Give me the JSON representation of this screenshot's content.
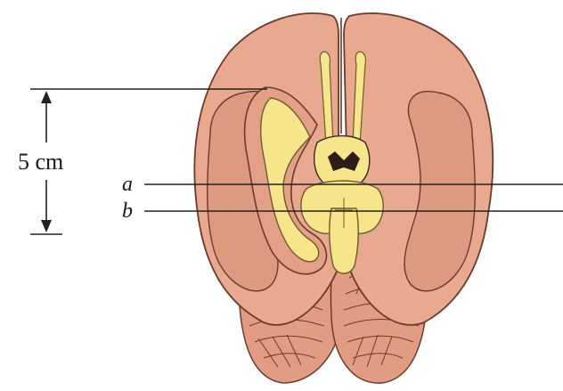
{
  "figure": {
    "scale_label": "5 cm",
    "lines": [
      {
        "id": "a",
        "label": "a"
      },
      {
        "id": "b",
        "label": "b"
      }
    ]
  },
  "colors": {
    "brain_fill": "#e9a98e",
    "brain_dark": "#d98e72",
    "brain_outline": "#6b3a2c",
    "ventricle_fill": "#f6e58a",
    "ventricle_outline": "#6b5a32",
    "line": "#222222",
    "text": "#1a1a1a"
  }
}
